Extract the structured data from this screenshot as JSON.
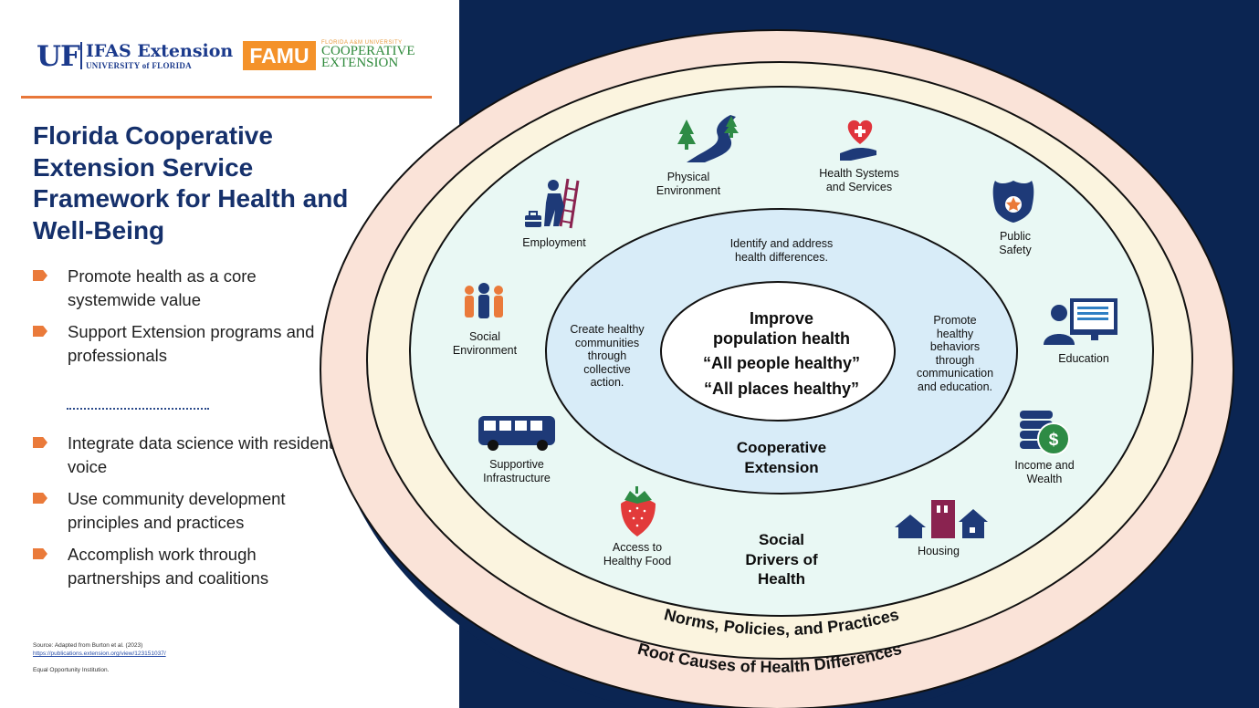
{
  "logos": {
    "uf_mark": "UF",
    "uf_name": "IFAS Extension",
    "uf_sub": "UNIVERSITY of FLORIDA",
    "famu_mark": "FAMU",
    "famu_small": "FLORIDA A&M UNIVERSITY",
    "famu_coop_line1": "COOPERATIVE",
    "famu_coop_line2": "EXTENSION"
  },
  "title": "Florida Cooperative Extension Service Framework for Health and Well-Being",
  "bullets_top": [
    "Promote health as a core systemwide value",
    "Support Extension programs and professionals"
  ],
  "bullets_bottom": [
    "Integrate data science with resident voice",
    "Use community development principles and practices",
    "Accomplish work through partnerships and coalitions"
  ],
  "footer": {
    "source": "Source: Adapted from Burton et al. (2023)",
    "url": "https://publications.extension.org/view/123151037/",
    "eoi": "Equal Opportunity Institution."
  },
  "diagram": {
    "rings": {
      "outer": "Root Causes of Health Differences",
      "second": "Norms, Policies, and Practices"
    },
    "drivers_title": [
      "Social",
      "Drivers of",
      "Health"
    ],
    "drivers": [
      {
        "id": "physical",
        "label": [
          "Physical",
          "Environment"
        ],
        "icon": "trees-river-icon"
      },
      {
        "id": "health",
        "label": [
          "Health Systems",
          "and Services"
        ],
        "icon": "heart-hand-icon"
      },
      {
        "id": "safety",
        "label": [
          "Public",
          "Safety"
        ],
        "icon": "police-badge-icon"
      },
      {
        "id": "education",
        "label": [
          "Education"
        ],
        "icon": "person-computer-icon"
      },
      {
        "id": "income",
        "label": [
          "Income and",
          "Wealth"
        ],
        "icon": "coins-dollar-icon"
      },
      {
        "id": "housing",
        "label": [
          "Housing"
        ],
        "icon": "houses-icon"
      },
      {
        "id": "food",
        "label": [
          "Access to",
          "Healthy Food"
        ],
        "icon": "strawberry-icon"
      },
      {
        "id": "infra",
        "label": [
          "Supportive",
          "Infrastructure"
        ],
        "icon": "bus-icon"
      },
      {
        "id": "social",
        "label": [
          "Social",
          "Environment"
        ],
        "icon": "people-group-icon"
      },
      {
        "id": "employment",
        "label": [
          "Employment"
        ],
        "icon": "ladder-worker-icon"
      }
    ],
    "extension": {
      "title": [
        "Cooperative",
        "Extension"
      ],
      "top": [
        "Identify and address",
        "health differences."
      ],
      "left": [
        "Create healthy",
        "communities",
        "through",
        "collective",
        "action."
      ],
      "right": [
        "Promote",
        "healthy",
        "behaviors",
        "through",
        "communication",
        "and education."
      ]
    },
    "center": {
      "line1": "Improve",
      "line2": "population health",
      "line3": "“All people healthy”",
      "line4": "“All places healthy”"
    }
  },
  "colors": {
    "navy": "#0b2552",
    "orange": "#ea7a3a",
    "outer_ring": "#fae3d8",
    "second_ring": "#fbf4df",
    "drivers_fill": "#e9f8f4",
    "extension_fill": "#d8ecf8",
    "center_fill": "#ffffff",
    "text_blue": "#15306b"
  }
}
